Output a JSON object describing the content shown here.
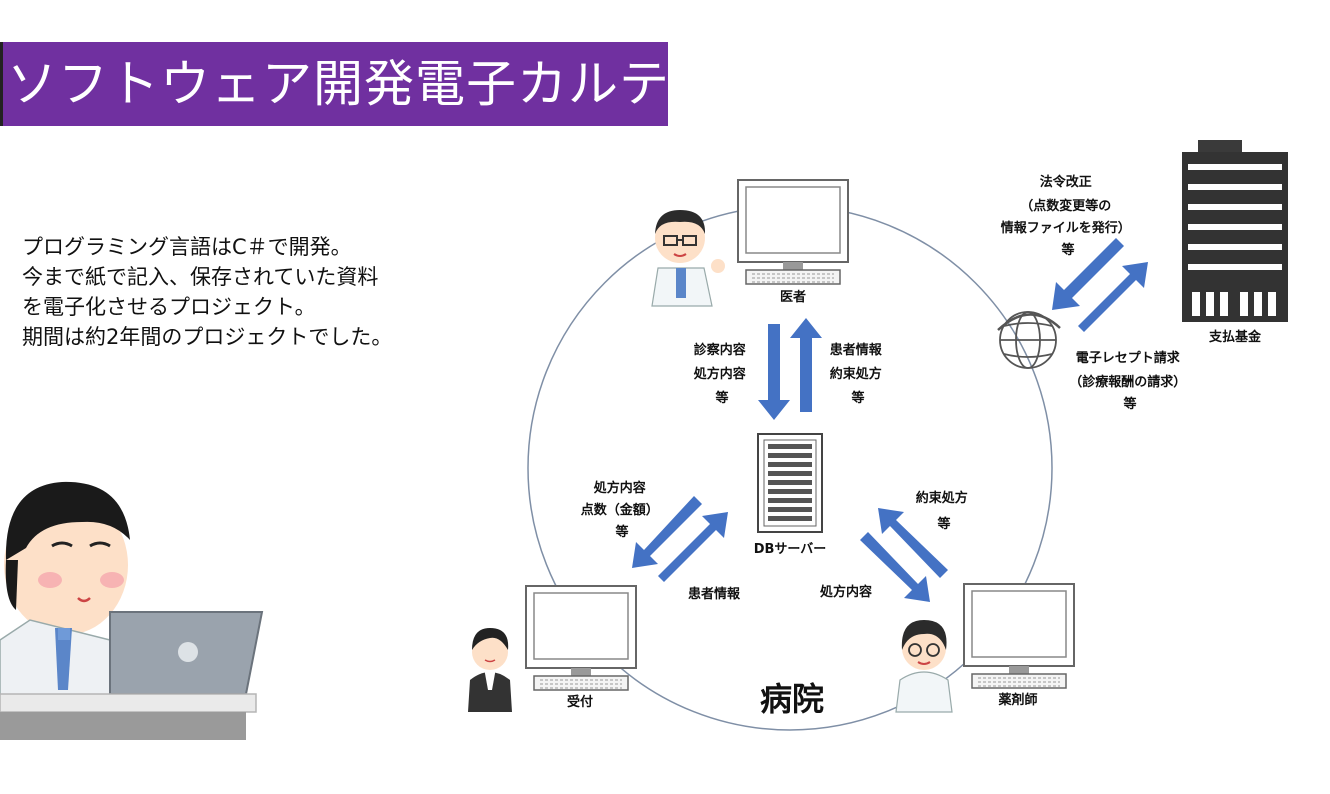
{
  "title": "ソフトウェア開発電子カルテ",
  "description": [
    "プログラミング言語はC＃で開発。",
    "今まで紙で記入、保存されていた資料",
    "を電子化させるプロジェクト。",
    "期間は約2年間のプロジェクトでした。"
  ],
  "diagram": {
    "hospital_label": "病院",
    "nodes": {
      "doctor": "医者",
      "server": "DBサーバー",
      "reception": "受付",
      "pharmacist": "薬剤師",
      "fund": "支払基金"
    },
    "flows": {
      "doctor_to_server": [
        "診察内容",
        "処方内容",
        "等"
      ],
      "server_to_doctor": [
        "患者情報",
        "約束処方",
        "等"
      ],
      "server_to_reception": [
        "処方内容",
        "点数（金額）",
        "等"
      ],
      "reception_to_server": [
        "患者情報"
      ],
      "pharmacist_to_server": [
        "約束処方",
        "等"
      ],
      "server_to_pharmacist": [
        "処方内容"
      ],
      "fund_to_hospital": [
        "法令改正",
        "（点数変更等の",
        "情報ファイルを発行）",
        "等"
      ],
      "hospital_to_fund": [
        "電子レセプト請求",
        "（診療報酬の請求）",
        "等"
      ]
    }
  },
  "colors": {
    "title_bg": "#7030a0",
    "arrow": "#4472c4",
    "circle": "#7f8fa6"
  }
}
